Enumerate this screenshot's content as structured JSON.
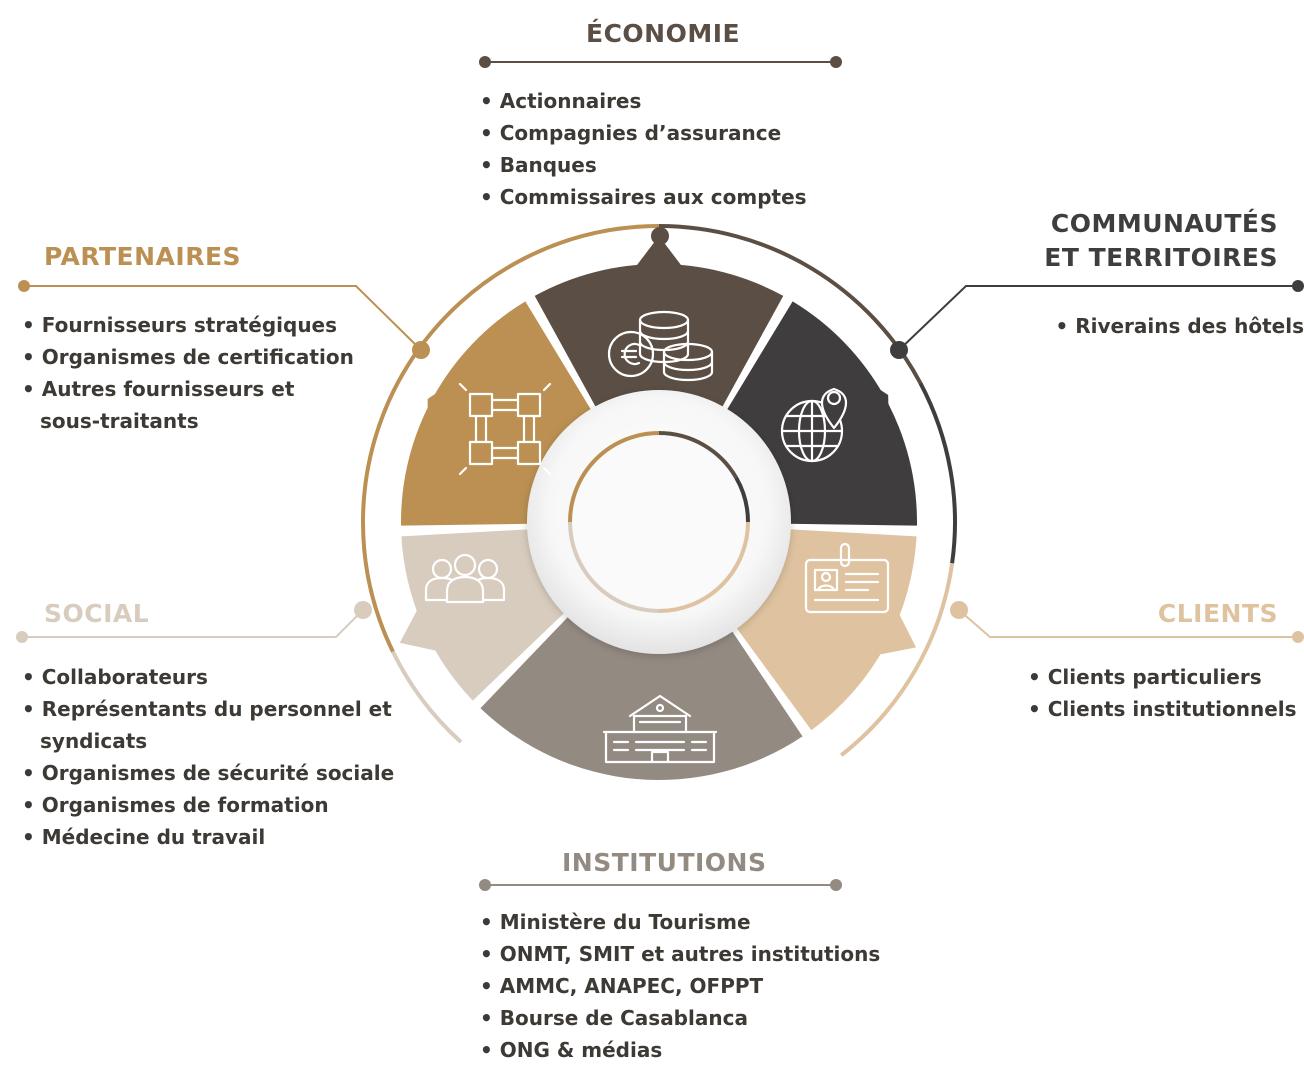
{
  "colors": {
    "economie": "#5b4f45",
    "communautes": "#3f3d3e",
    "clients": "#dfc3a0",
    "institutions": "#938a82",
    "social": "#d8ccbe",
    "partenaires": "#bb9052",
    "text": "#3d3935"
  },
  "groups": {
    "economie": {
      "title": "ÉCONOMIE",
      "icon": "coins-euro-icon",
      "items": [
        "Actionnaires",
        "Compagnies d’assurance",
        "Banques",
        "Commissaires aux comptes"
      ]
    },
    "communautes": {
      "title_line1": "COMMUNAUTÉS",
      "title_line2": "ET TERRITOIRES",
      "icon": "globe-location-icon",
      "items": [
        "Riverains des hôtels"
      ]
    },
    "clients": {
      "title": "CLIENTS",
      "icon": "id-badge-icon",
      "items": [
        "Clients particuliers",
        "Clients institutionnels"
      ]
    },
    "institutions": {
      "title": "INSTITUTIONS",
      "icon": "building-icon",
      "items": [
        "Ministère du Tourisme",
        "ONMT, SMIT et autres institutions",
        "AMMC, ANAPEC, OFPPT",
        "Bourse de Casablanca",
        "ONG & médias"
      ]
    },
    "social": {
      "title": "SOCIAL",
      "icon": "people-group-icon",
      "items": [
        "Collaborateurs",
        "Représentants du personnel et syndicats",
        "Organismes de sécurité sociale",
        "Organismes de formation",
        "Médecine du travail"
      ]
    },
    "partenaires": {
      "title": "PARTENAIRES",
      "icon": "hands-circle-icon",
      "items": [
        "Fournisseurs stratégiques",
        "Organismes de certification",
        "Autres fournisseurs et sous-traitants"
      ]
    }
  }
}
